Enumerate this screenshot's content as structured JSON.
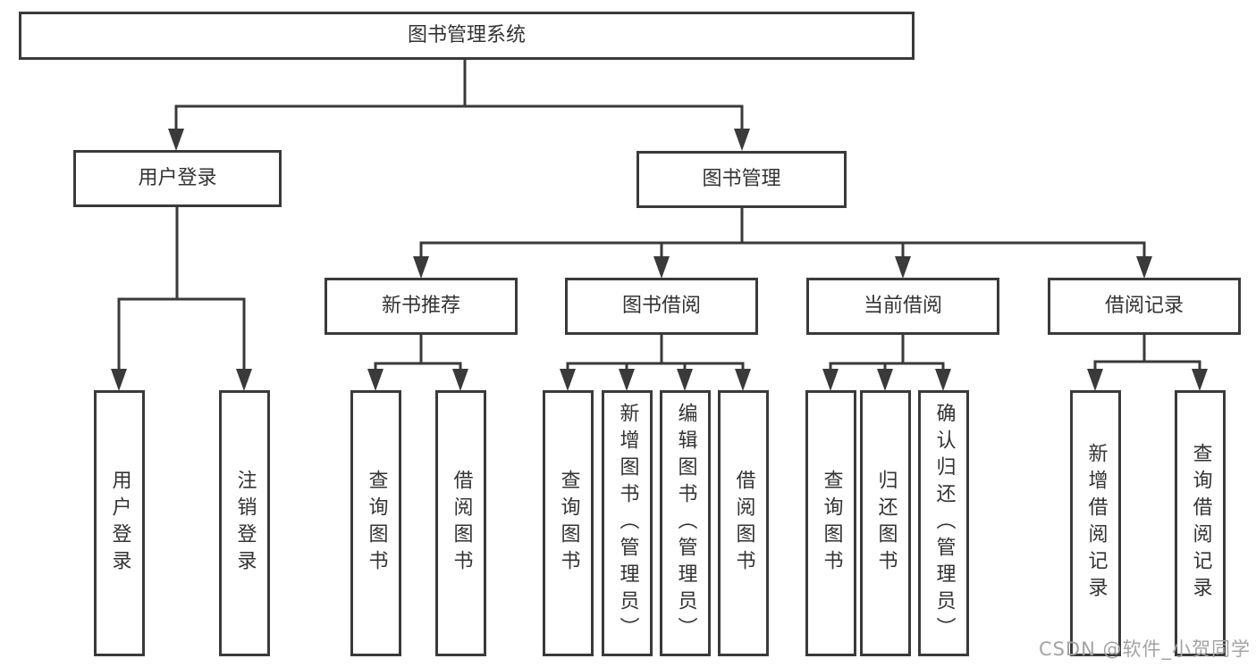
{
  "watermark": "CSDN @软件_小贺同学",
  "colors": {
    "line": "#3a3a3a",
    "text": "#333333",
    "watermark": "#a3a3a3",
    "background": "#ffffff"
  },
  "tree": {
    "root": {
      "label": "图书管理系统"
    },
    "branches": [
      {
        "label": "用户登录",
        "children": [
          "用户登录",
          "注销登录"
        ]
      },
      {
        "label": "图书管理",
        "children": [
          {
            "label": "新书推荐",
            "children": [
              "查询图书",
              "借阅图书"
            ]
          },
          {
            "label": "图书借阅",
            "children": [
              "查询图书",
              "新增图书（管理员）",
              "编辑图书（管理员）",
              "借阅图书"
            ]
          },
          {
            "label": "当前借阅",
            "children": [
              "查询图书",
              "归还图书",
              "确认归还（管理员）"
            ]
          },
          {
            "label": "借阅记录",
            "children": [
              "新增借阅记录",
              "查询借阅记录"
            ]
          }
        ]
      }
    ]
  }
}
